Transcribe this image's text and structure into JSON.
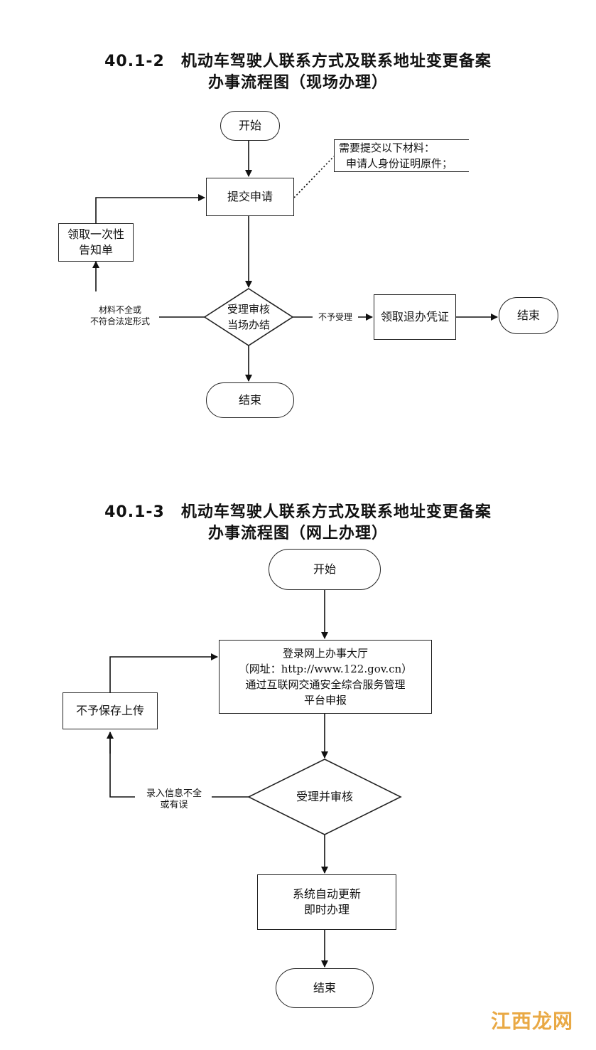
{
  "flow1": {
    "title_line1": "40.1-2　机动车驾驶人联系方式及联系地址变更备案",
    "title_line2": "办事流程图（现场办理）",
    "start": "开始",
    "submit": "提交申请",
    "note": [
      "需要提交以下材料：",
      "申请人身份证明原件；"
    ],
    "notice": [
      "领取一次性",
      "告知单"
    ],
    "review": [
      "受理审核",
      "当场办结"
    ],
    "left_condition": [
      "材料不全或",
      "不符合法定形式"
    ],
    "reject_label": "不予受理",
    "certificate": "领取退办凭证",
    "end_right": "结束",
    "end_bottom": "结束"
  },
  "flow2": {
    "title_line1": "40.1-3　机动车驾驶人联系方式及联系地址变更备案",
    "title_line2": "办事流程图（网上办理）",
    "start": "开始",
    "login": [
      "登录网上办事大厅",
      "（网址：http://www.122.gov.cn）",
      "通过互联网交通安全综合服务管理",
      "平台申报"
    ],
    "nosave": "不予保存上传",
    "review": "受理并审核",
    "left_condition": [
      "录入信息不全",
      "或有误"
    ],
    "auto": [
      "系统自动更新",
      "即时办理"
    ],
    "end": "结束"
  },
  "watermark": "江西龙网"
}
